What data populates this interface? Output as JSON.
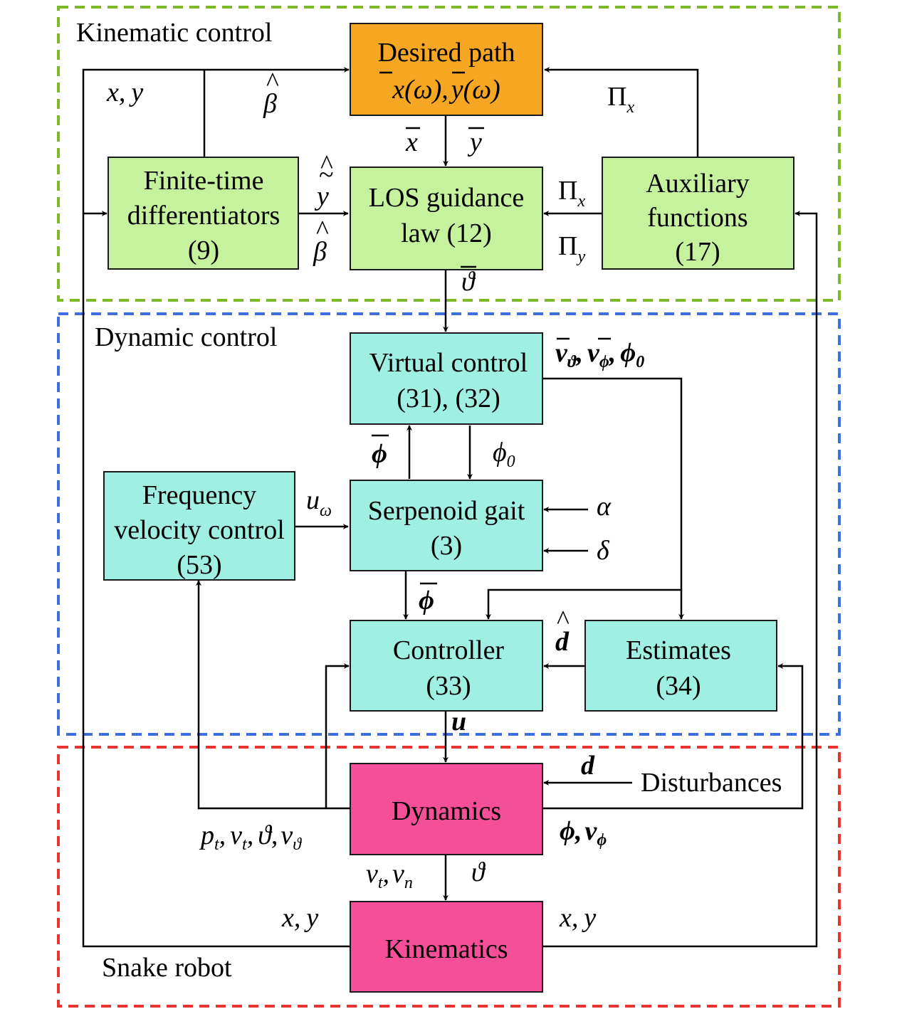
{
  "colors": {
    "kinematic_region": "#7dba2a",
    "dynamic_region": "#3d6fe0",
    "robot_region": "#e8342f",
    "kinematic_block": "#c6f29e",
    "dynamic_block": "#9ff0e2",
    "robot_block": "#f54f9a",
    "desired_path_block": "#f5a623"
  },
  "regions": {
    "kinematic": "Kinematic control",
    "dynamic": "Dynamic control",
    "robot": "Snake robot"
  },
  "blocks": {
    "desired_path": {
      "line1": "Desired path"
    },
    "los": {
      "line1": "LOS guidance",
      "line2": "law (12)"
    },
    "ftd": {
      "line1": "Finite-time",
      "line2": "differentiators",
      "line3": "(9)"
    },
    "aux": {
      "line1": "Auxiliary",
      "line2": "functions",
      "line3": "(17)"
    },
    "virtual": {
      "line1": "Virtual control",
      "line2": "(31), (32)"
    },
    "serpenoid": {
      "line1": "Serpenoid gait",
      "line2": "(3)"
    },
    "freq": {
      "line1": "Frequency",
      "line2": "velocity control",
      "line3": "(53)"
    },
    "controller": {
      "line1": "Controller",
      "line2": "(33)"
    },
    "estimates": {
      "line1": "Estimates",
      "line2": "(34)"
    },
    "dynamics": {
      "line1": "Dynamics"
    },
    "kinematics": {
      "line1": "Kinematics"
    }
  },
  "labels": {
    "disturbances": "Disturbances",
    "omega": "ω",
    "theta": "ϑ",
    "phi": "ϕ",
    "beta": "β",
    "x": "x",
    "y": "y",
    "d": "d",
    "u": "u",
    "pi": "Π",
    "alpha": "α",
    "delta": "δ",
    "v": "v",
    "p": "p",
    "zero": "0",
    "sub_x": "x",
    "sub_y": "y",
    "sub_t": "t",
    "sub_n": "n",
    "sub_phi": "ϕ",
    "sub_theta": "ϑ",
    "sub_omega": "ω",
    "comma": ",",
    "paren_open": "(",
    "paren_close": ")"
  }
}
